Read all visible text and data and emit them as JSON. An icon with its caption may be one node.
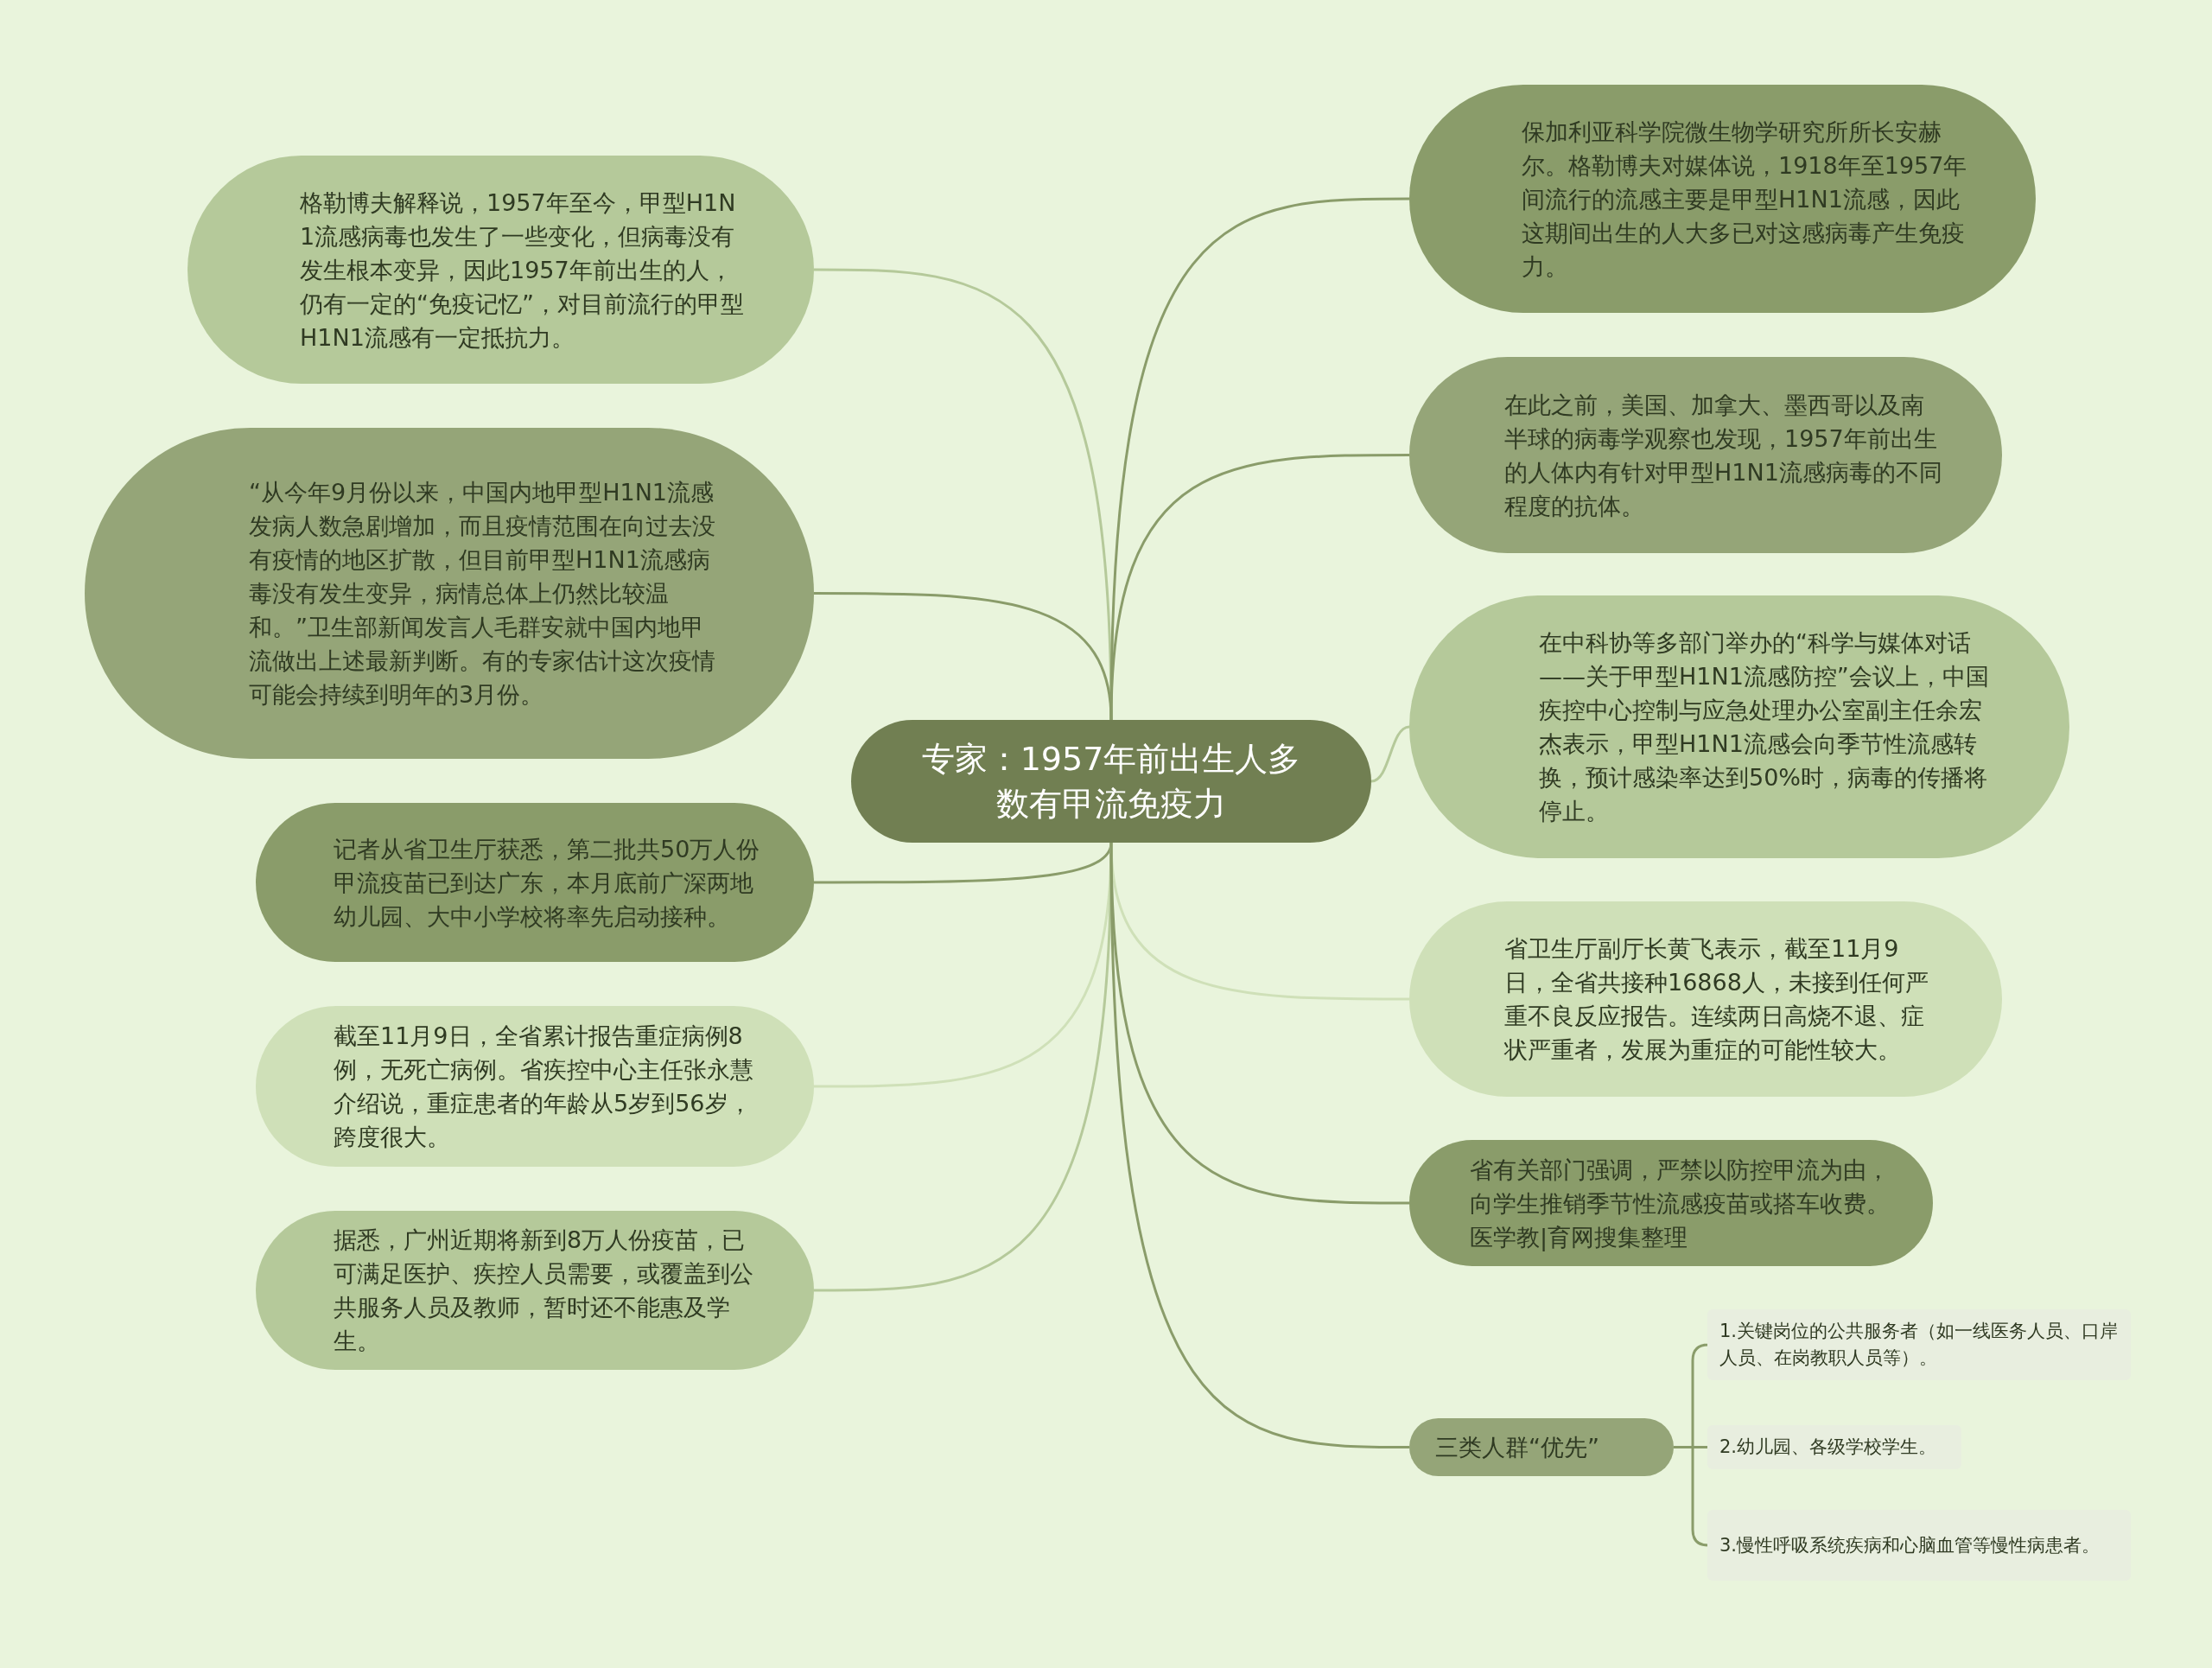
{
  "diagram": {
    "nodes": [
      {
        "text": [
          "专家：1957年前出生人多数有甲流免疫力"
        ]
      },
      {
        "text": [
          "格勒博夫解释说，1957年至今，甲型H1N1流感病毒也发生了一些变化，但病毒没有发生根本变异，因此1957年前出生的人，仍有一定的“免疫记忆”，对目前流行的甲型H1N1流感有一定抵抗力。"
        ]
      },
      {
        "text": [
          "“从今年9月份以来，中国内地甲型H1N1流感发病人数急剧增加，而且疫情范围在向过去没有疫情的地区扩散，但目前甲型H1N1流感病毒没有发生变异，病情总体上仍然比较温和。”卫生部新闻发言人毛群安就中国内地甲流做出上述最新判断。有的专家估计这次疫情可能会持续到明年的3月份。"
        ]
      },
      {
        "text": [
          "记者从省卫生厅获悉，第二批共50万人份甲流疫苗已到达广东，本月底前广深两地幼儿园、大中小学校将率先启动接种。"
        ]
      },
      {
        "text": [
          "截至11月9日，全省累计报告重症病例8例，无死亡病例。省疾控中心主任张永慧介绍说，重症患者的年龄从5岁到56岁，跨度很大。"
        ]
      },
      {
        "text": [
          "据悉，广州近期将新到8万人份疫苗，已可满足医护、疾控人员需要，或覆盖到公共服务人员及教师，暂时还不能惠及学生。"
        ]
      },
      {
        "text": [
          "保加利亚科学院微生物学研究所所长安赫尔。格勒博夫对媒体说，1918年至1957年间流行的流感主要是甲型H1N1流感，因此这期间出生的人大多已对这感病毒产生免疫力。"
        ]
      },
      {
        "text": [
          "在此之前，美国、加拿大、墨西哥以及南半球的病毒学观察也发现，1957年前出生的人体内有针对甲型H1N1流感病毒的不同程度的抗体。"
        ]
      },
      {
        "text": [
          "在中科协等多部门举办的“科学与媒体对话——关于甲型H1N1流感防控”会议上，中国疾控中心控制与应急处理办公室副主任余宏杰表示，甲型H1N1流感会向季节性流感转换，预计感染率达到50%时，病毒的传播将停止。"
        ]
      },
      {
        "text": [
          "省卫生厅副厅长黄飞表示，截至11月9日，全省共接种16868人，未接到任何严重不良反应报告。连续两日高烧不退、症状严重者，发展为重症的可能性较大。"
        ]
      },
      {
        "text": [
          "省有关部门强调，严禁以防控甲流为由，向学生推销季节性流感疫苗或搭车收费。医学教|育网搜集整理"
        ]
      },
      {
        "text": [
          "三类人群“优先”"
        ]
      },
      {
        "text": [
          "1.关键岗位的公共服务者（如一线医务人员、口岸人员、在岗教职人员等）。"
        ]
      },
      {
        "text": [
          "2.幼儿园、各级学校学生。"
        ]
      },
      {
        "text": [
          "3.慢性呼吸系统疾病和心脑血管等慢性病患者。"
        ]
      }
    ],
    "edges": [
      {
        "from": 0,
        "to": 1,
        "arrow": "none",
        "color": "#b5c99a"
      },
      {
        "from": 0,
        "to": 2,
        "arrow": "none"
      },
      {
        "from": 0,
        "to": 3,
        "arrow": "none"
      },
      {
        "from": 0,
        "to": 4,
        "arrow": "none",
        "color": "#cfe0b8"
      },
      {
        "from": 0,
        "to": 5,
        "arrow": "none",
        "color": "#b5c99a"
      },
      {
        "from": 0,
        "to": 6,
        "arrow": "none"
      },
      {
        "from": 0,
        "to": 7,
        "arrow": "none"
      },
      {
        "from": 0,
        "to": 8,
        "arrow": "none",
        "color": "#b5c99a"
      },
      {
        "from": 0,
        "to": 9,
        "arrow": "none",
        "color": "#cfe0b8"
      },
      {
        "from": 0,
        "to": 10,
        "arrow": "none"
      },
      {
        "from": 0,
        "to": 11,
        "arrow": "none"
      },
      {
        "from": 11,
        "to": 12,
        "arrow": "none"
      },
      {
        "from": 11,
        "to": 13,
        "arrow": "none"
      },
      {
        "from": 11,
        "to": 14,
        "arrow": "none"
      }
    ]
  }
}
